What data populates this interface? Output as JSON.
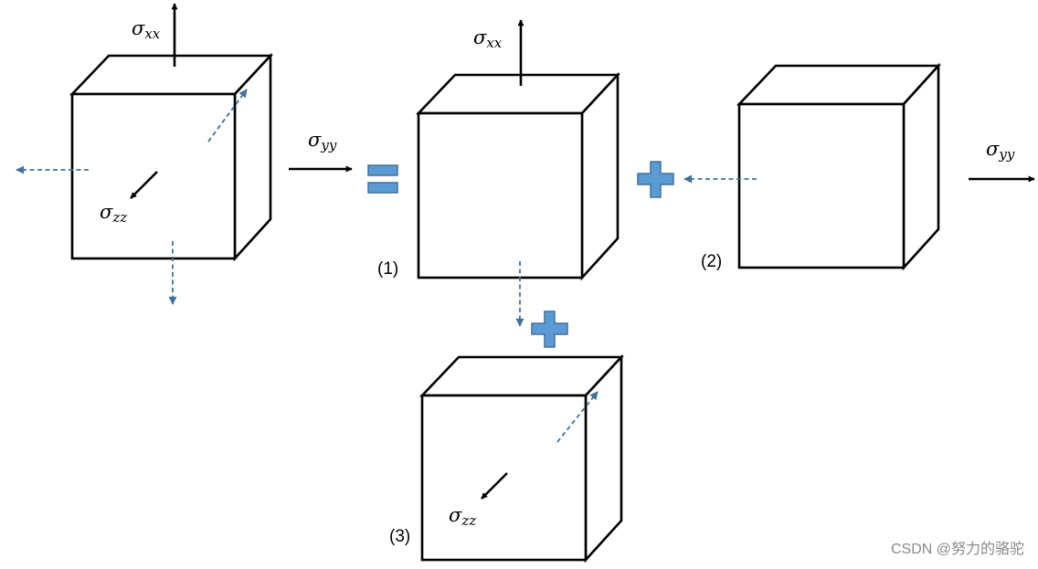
{
  "labels": {
    "sigma": "σ",
    "xx": "xx",
    "yy": "yy",
    "zz": "zz",
    "case1": "(1)",
    "case2": "(2)",
    "case3": "(3)"
  },
  "operators": {
    "equals": "equals-sign",
    "plus": "plus-sign"
  },
  "colors": {
    "line": "#000000",
    "dashed_arrow": "#41719c",
    "operator_fill": "#5b9bd5",
    "operator_stroke": "#41719c"
  },
  "watermark": "CSDN @努力的骆驼"
}
